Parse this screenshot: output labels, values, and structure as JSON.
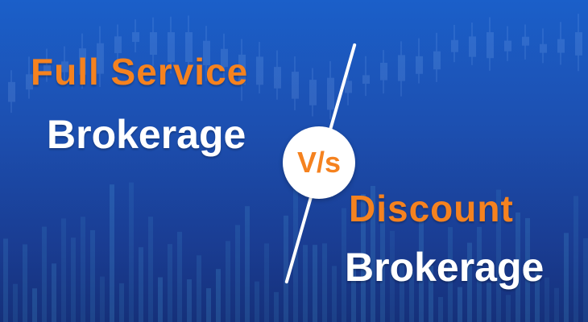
{
  "banner": {
    "left_line1": "Full Service",
    "left_line2": "Brokerage",
    "vs": "V/s",
    "right_line1": "Discount",
    "right_line2": "Brokerage"
  },
  "colors": {
    "accent": "#f5821f",
    "text": "#ffffff",
    "background_top": "#1b5fc9",
    "background_bottom": "#15307a"
  }
}
